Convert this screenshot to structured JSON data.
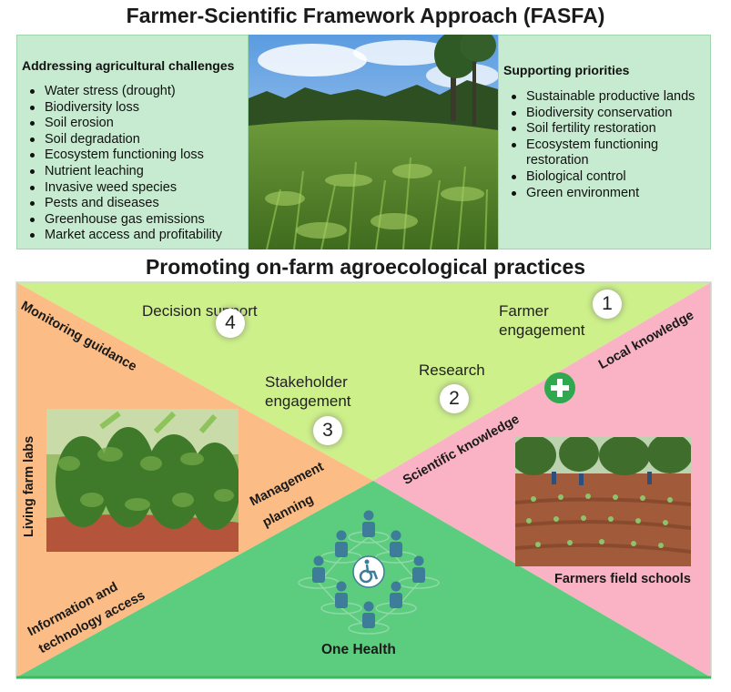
{
  "title": "Farmer-Scientific Framework Approach (FASFA)",
  "challenges": {
    "heading": "Addressing agricultural challenges",
    "items": [
      "Water stress (drought)",
      "Biodiversity loss",
      "Soil erosion",
      "Soil degradation",
      "Ecosystem functioning loss",
      "Nutrient leaching",
      "Invasive weed species",
      "Pests and diseases",
      "Greenhouse gas emissions",
      "Market access and profitability"
    ]
  },
  "priorities": {
    "heading": "Supporting priorities",
    "items": [
      "Sustainable productive lands",
      "Biodiversity conservation",
      "Soil fertility restoration",
      "Ecosystem functioning restoration",
      "Biological control",
      "Green environment"
    ]
  },
  "subtitle": "Promoting on-farm agroecological practices",
  "top_section": {
    "decision_support": "Decision support",
    "farmer_engagement": "Farmer engagement",
    "stakeholder_engagement": "Stakeholder engagement",
    "research": "Research",
    "steps": [
      "1",
      "2",
      "3",
      "4"
    ]
  },
  "left_section": {
    "monitoring": "Monitoring guidance",
    "living_labs": "Living farm labs",
    "management": "Management",
    "planning": "planning",
    "information_line1": "Information and",
    "information_line2": "technology access"
  },
  "right_section": {
    "local_knowledge": "Local knowledge",
    "scientific_knowledge": "Scientific knowledge",
    "field_schools": "Farmers field schools"
  },
  "bottom_section": {
    "one_health": "One Health"
  },
  "colors": {
    "panel": "#c7ebd0",
    "top_triangle": "#cdf08a",
    "left_triangle": "#fbbd85",
    "right_triangle": "#f9b3c4",
    "bottom_triangle": "#5ccc7e",
    "plus_icon": "#2fa84f",
    "people_icon": "#3d7d9a"
  }
}
